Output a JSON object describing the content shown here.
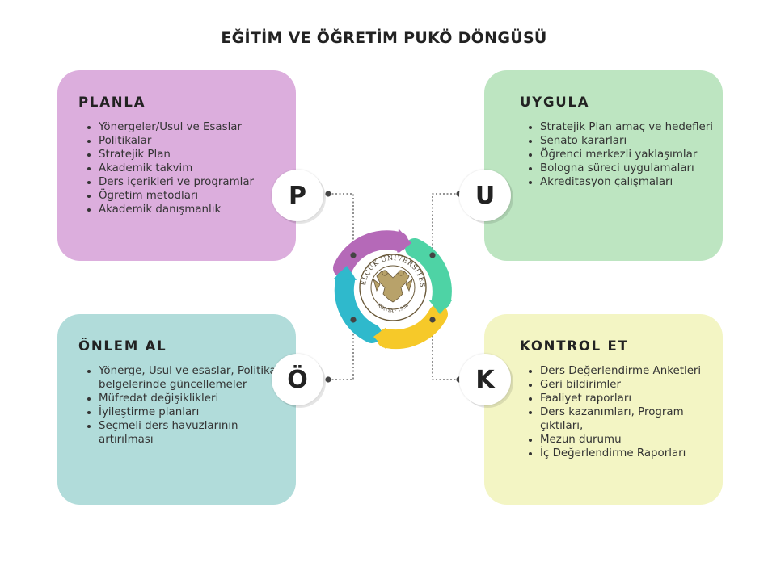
{
  "title": "EĞİTİM VE ÖĞRETİM PUKÖ DÖNGÜSÜ",
  "colors": {
    "plan": "#dcaedd",
    "do": "#bde5c1",
    "act": "#b1dcda",
    "check": "#f3f5c4",
    "cycle_purple": "#b569b8",
    "cycle_green": "#4ed3a5",
    "cycle_yellow": "#f6c929",
    "cycle_teal": "#2fb9cc"
  },
  "plan": {
    "badge": "P",
    "heading": "PLANLA",
    "items": [
      "Yönergeler/Usul ve Esaslar",
      "Politikalar",
      "Stratejik Plan",
      "Akademik takvim",
      "Ders içerikleri ve programlar",
      "Öğretim metodları",
      "Akademik danışmanlık"
    ]
  },
  "do": {
    "badge": "U",
    "heading": "UYGULA",
    "items": [
      "Stratejik Plan amaç ve hedefleri",
      "Senato kararları",
      "Öğrenci merkezli yaklaşımlar",
      "Bologna süreci uygulamaları",
      "Akreditasyon çalışmaları"
    ]
  },
  "act": {
    "badge": "Ö",
    "heading": "ÖNLEM AL",
    "items": [
      "Yönerge, Usul ve esaslar, Politika belgelerinde güncellemeler",
      "Müfredat değişiklikleri",
      "İyileştirme planları",
      "Seçmeli ders havuzlarının artırılması"
    ]
  },
  "check": {
    "badge": "K",
    "heading": "KONTROL ET",
    "items": [
      "Ders Değerlendirme Anketleri",
      "Geri bildirimler",
      "Faaliyet raporları",
      "Ders kazanımları, Program çıktıları,",
      "Mezun durumu",
      "İç Değerlendirme Raporları"
    ]
  },
  "logo": {
    "text_top": "SELÇUK ÜNİVERSİTESİ",
    "text_bottom": "KONYA · 1908"
  }
}
